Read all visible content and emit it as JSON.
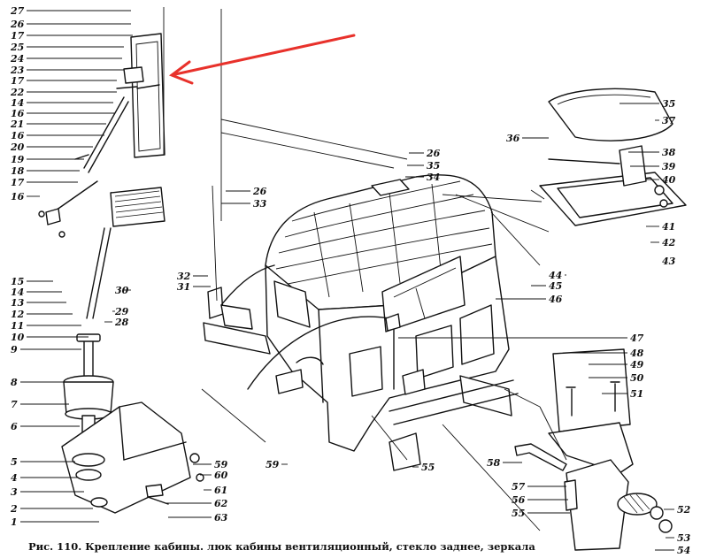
{
  "caption": "Рис. 110. Крепление кабины. люк кабины вентиляционный, стекло заднее, зеркала",
  "callouts": {
    "left": [
      "27",
      "26",
      "17",
      "25",
      "24",
      "23",
      "17",
      "22",
      "14",
      "16",
      "21",
      "16",
      "20",
      "19",
      "18",
      "17",
      "16",
      "15",
      "14",
      "13",
      "12",
      "11",
      "10",
      "9",
      "8",
      "7",
      "6",
      "5",
      "4",
      "3",
      "2",
      "1"
    ],
    "mirror_bottom": [
      "30",
      "29",
      "28"
    ],
    "mid": [
      "26",
      "33",
      "32",
      "31"
    ],
    "lower_center": [
      "59",
      "62",
      "60",
      "61",
      "63",
      "59",
      "55"
    ],
    "roof": [
      "26",
      "35",
      "34"
    ],
    "hatch": [
      "35",
      "37",
      "36",
      "38",
      "39",
      "40",
      "41",
      "42",
      "43"
    ],
    "right": [
      "44",
      "45",
      "46",
      "47",
      "48",
      "49",
      "50",
      "51",
      "58",
      "57",
      "56",
      "55",
      "52",
      "53",
      "54"
    ]
  },
  "colors": {
    "ink": "#111111",
    "annotation_arrow": "#e8312b",
    "paper": "#ffffff"
  }
}
